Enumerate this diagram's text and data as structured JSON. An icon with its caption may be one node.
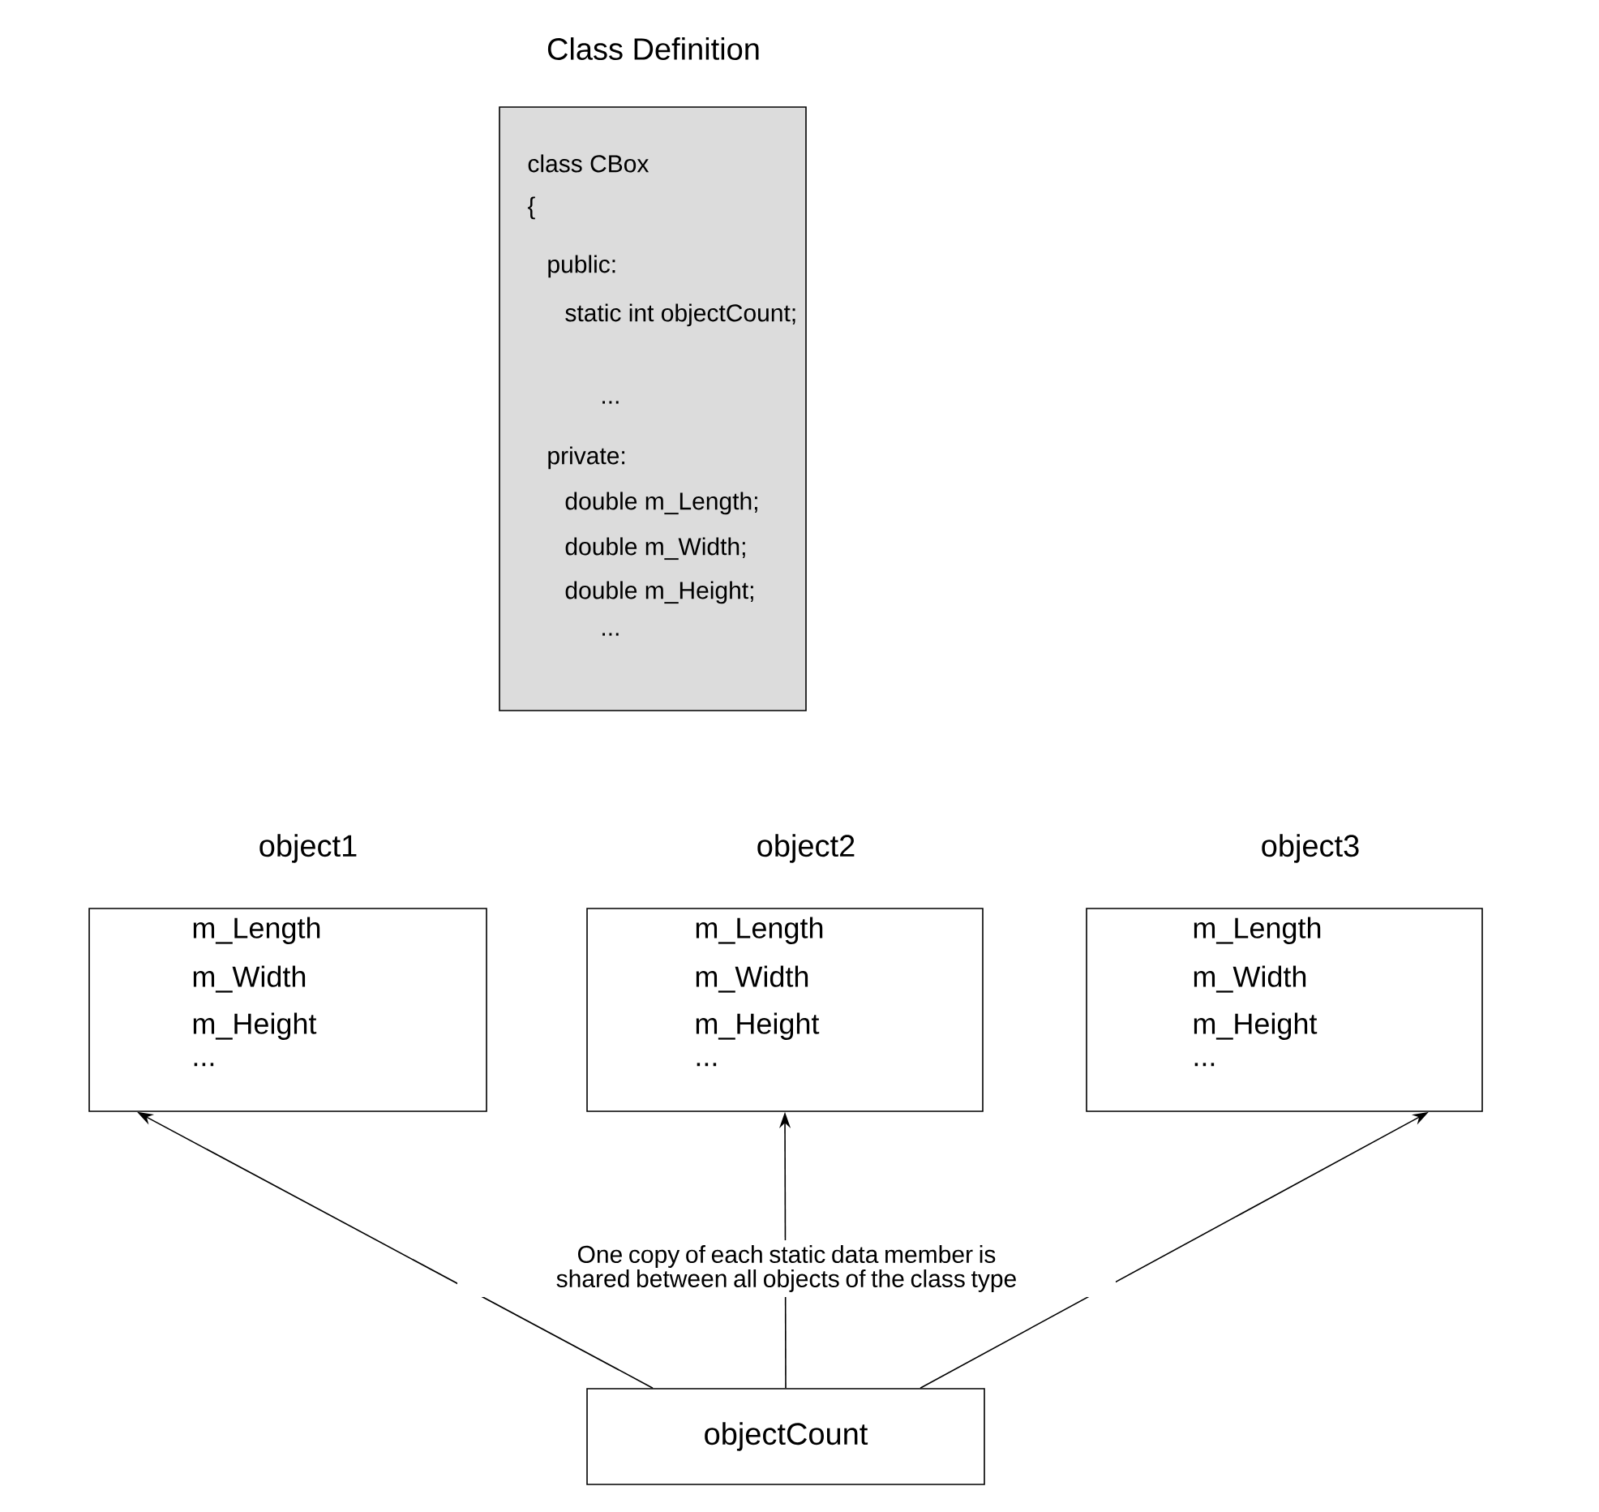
{
  "diagram": {
    "nodes": [
      {
        "text": [
          "Class Definition",
          "class CBox",
          "{",
          "public:",
          "static int objectCount;",
          "...",
          "private:",
          "double m_Length;",
          "double m_Width;",
          "double m_Height;",
          "..."
        ]
      },
      {
        "text": [
          "object1",
          "m_Length",
          "m_Width",
          "m_Height",
          "..."
        ]
      },
      {
        "text": [
          "object2",
          "m_Length",
          "m_Width",
          "m_Height",
          "..."
        ]
      },
      {
        "text": [
          "object3",
          "m_Length",
          "m_Width",
          "m_Height",
          "..."
        ]
      },
      {
        "text": [
          "objectCount"
        ]
      }
    ],
    "edges": [
      {
        "from": 4,
        "to": 1,
        "arrow": "to"
      },
      {
        "from": 4,
        "to": 2,
        "arrow": "to"
      },
      {
        "from": 4,
        "to": 3,
        "arrow": "to"
      }
    ],
    "labels": [
      "One copy of each static data member is shared between all objects of the class type"
    ]
  }
}
